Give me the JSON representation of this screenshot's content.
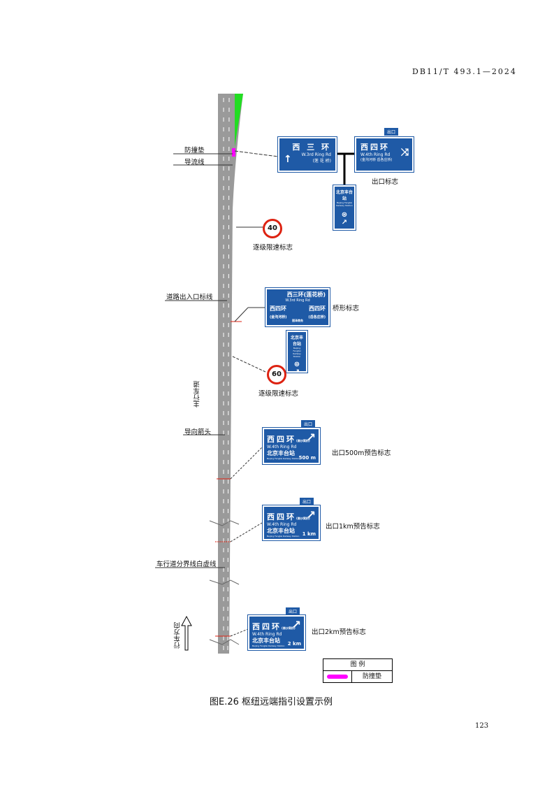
{
  "header": {
    "code": "DB11/T 493.1—2024"
  },
  "labels": {
    "crash_cushion": "防撞垫",
    "diversion_line": "导流线",
    "exit_sign": "出口标志",
    "speed_limit_1": "逐级限速标志",
    "entrance_line": "道路出入口标线",
    "bridge_sign": "桥形标志",
    "speed_limit_2": "逐级限速标志",
    "lane": "主行车道",
    "guide_arrow": "导向箭头",
    "exit_500m": "出口500m预告标志",
    "exit_1km": "出口1km预告标志",
    "lane_divider": "车行道分界线白虚线",
    "exit_2km": "出口2km预告标志",
    "direction": "行车方向"
  },
  "signs": {
    "s1": {
      "name": "西 三 环",
      "en": "W.3rd Ring Rd",
      "sub": "(莲 花 桥)"
    },
    "s2": {
      "tab": "出口",
      "name": "西四环",
      "en": "W.4th Ring Rd",
      "sub": "(金沟河桥 岳各庄桥)"
    },
    "s3": {
      "name": "北京丰台站",
      "en": "Beijing Fengtai Railway Station"
    },
    "bridge": {
      "top": "西三环(莲花桥)",
      "en": "W.3rd Ring Rd",
      "left": "西四环",
      "left_sub": "(金沟河桥)",
      "right": "西四环",
      "right_sub": "(岳各庄桥)",
      "mid": "丽泽商务"
    },
    "s4": {
      "name": "北京丰台站",
      "en": "Beijing Fengtai Railway Station"
    },
    "speed1": "40",
    "speed2": "60",
    "a500": {
      "tab": "出口",
      "name": "西四环",
      "paren": "(南沙窝桥)",
      "en": "W.4th Ring Rd",
      "station": "北京丰台站",
      "station_en": "Beijing Fengtai Railway Station",
      "dist": "500 m"
    },
    "a1k": {
      "tab": "出口",
      "name": "西四环",
      "paren": "(南沙窝桥)",
      "en": "W.4th Ring Rd",
      "station": "北京丰台站",
      "station_en": "Beijing Fengtai Railway Station",
      "dist": "1 km"
    },
    "a2k": {
      "tab": "出口",
      "name": "西四环",
      "paren": "(南沙窝桥)",
      "en": "W.4th Ring Rd",
      "station": "北京丰台站",
      "station_en": "Beijing Fengtai Railway Station",
      "dist": "2 km"
    }
  },
  "legend": {
    "title": "图 例",
    "item": "防撞垫"
  },
  "caption": "图E.26 枢纽远端指引设置示例",
  "page_number": "123",
  "colors": {
    "sign_blue": "#1f5aa6",
    "road": "#9a9a9a",
    "green": "#22dd22",
    "magenta": "#ff00ff",
    "red": "#d21"
  }
}
